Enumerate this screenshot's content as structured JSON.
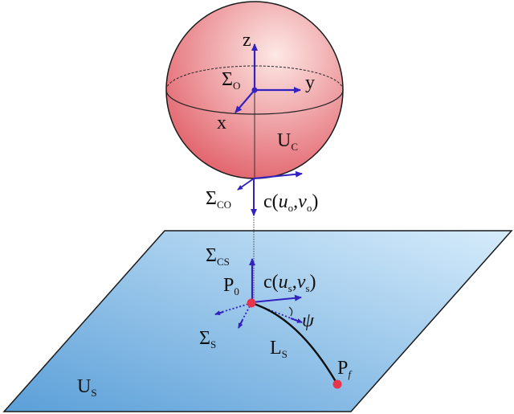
{
  "colors": {
    "arrow": "#3322c0",
    "ink": "#111111",
    "point": "#e8344a",
    "plane_light": "#d6ecfb",
    "plane_dark": "#5a9fd8",
    "sphere_light": "#fde8e5",
    "sphere_dark": "#e05a64"
  },
  "sphere": {
    "frame_axes": {
      "z": "z",
      "y": "y",
      "x": "x"
    },
    "frame": {
      "main": "Σ",
      "sub": "O"
    },
    "surface": {
      "main": "U",
      "sub": "C"
    }
  },
  "contact_frame_obj": {
    "main": "Σ",
    "sub": "CO"
  },
  "contact_point_obj": {
    "prefix": "c(",
    "u": "u",
    "u_sub": "o",
    "sep": ",",
    "v": "v",
    "v_sub": "o",
    "suffix": ")"
  },
  "contact_frame_surf": {
    "main": "Σ",
    "sub": "CS"
  },
  "contact_point_surf": {
    "prefix": "c(",
    "u": "u",
    "u_sub": "s",
    "sep": ",",
    "v": "v",
    "v_sub": "s",
    "suffix": ")"
  },
  "points": {
    "start": {
      "main": "P",
      "sub": "0"
    },
    "final": {
      "main": "P",
      "sub": "f"
    }
  },
  "angle_label": "ψ",
  "surface_frame": {
    "main": "Σ",
    "sub": "S"
  },
  "path": {
    "main": "L",
    "sub": "S"
  },
  "plane": {
    "main": "U",
    "sub": "S"
  }
}
